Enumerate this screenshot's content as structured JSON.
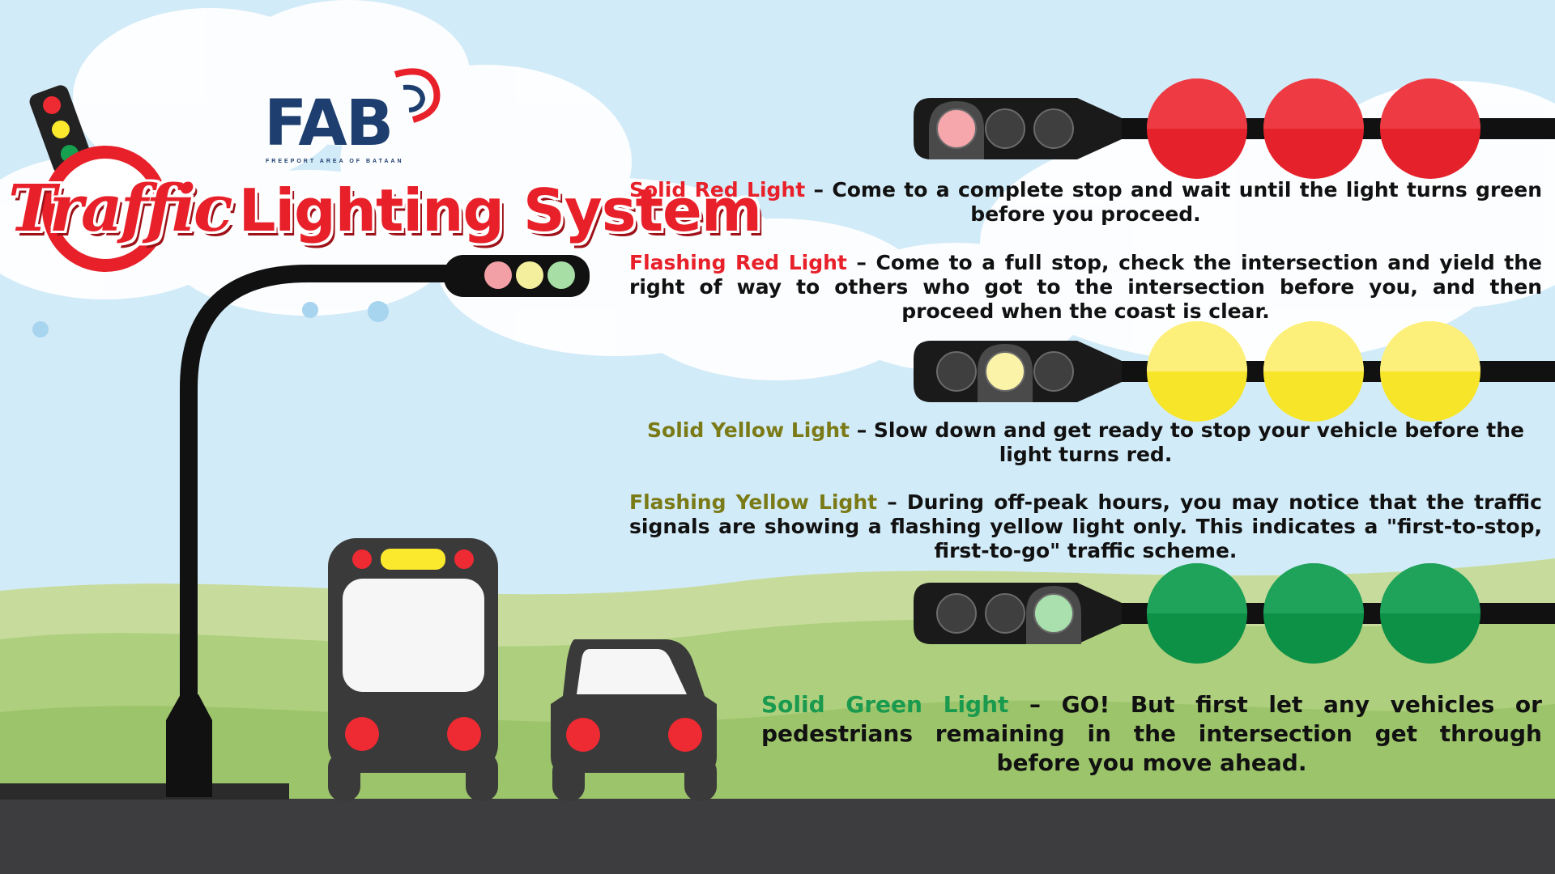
{
  "brand": {
    "logo_text": "FAB",
    "logo_subtext": "FREEPORT AREA OF BATAAN",
    "title_part1": "Traffic",
    "title_part2": "Lighting System"
  },
  "colors": {
    "red": "#ee2a33",
    "yellow": "#fbea33",
    "green": "#16a04f",
    "road": "#3d3d3f",
    "housing": "#1a1a1a"
  },
  "rules": [
    {
      "label": "Solid Red Light",
      "color": "red",
      "text": " – Come to a complete stop and wait until the light turns green before you proceed."
    },
    {
      "label": "Flashing Red Light",
      "color": "red",
      "text": " – Come to a full stop, check the intersection and yield the right of way to others who got to the intersection before you, and then proceed when the coast is clear."
    },
    {
      "label": "Solid Yellow Light",
      "color": "yellow",
      "text": " – Slow down and get ready to stop your vehicle before the light turns red."
    },
    {
      "label": "Flashing Yellow Light",
      "color": "yellow",
      "text": " – During off-peak hours, you may notice that the traffic signals are showing a flashing yellow light only. This indicates a \"first-to-stop, first-to-go\" traffic scheme."
    },
    {
      "label": "Solid Green Light",
      "color": "green",
      "text": " – GO! But first let any vehicles or pedestrians remaining in the intersection get through before you move ahead."
    }
  ],
  "signals": [
    {
      "state": "red",
      "active_lamp": 1
    },
    {
      "state": "yellow",
      "active_lamp": 2
    },
    {
      "state": "green",
      "active_lamp": 3
    }
  ]
}
